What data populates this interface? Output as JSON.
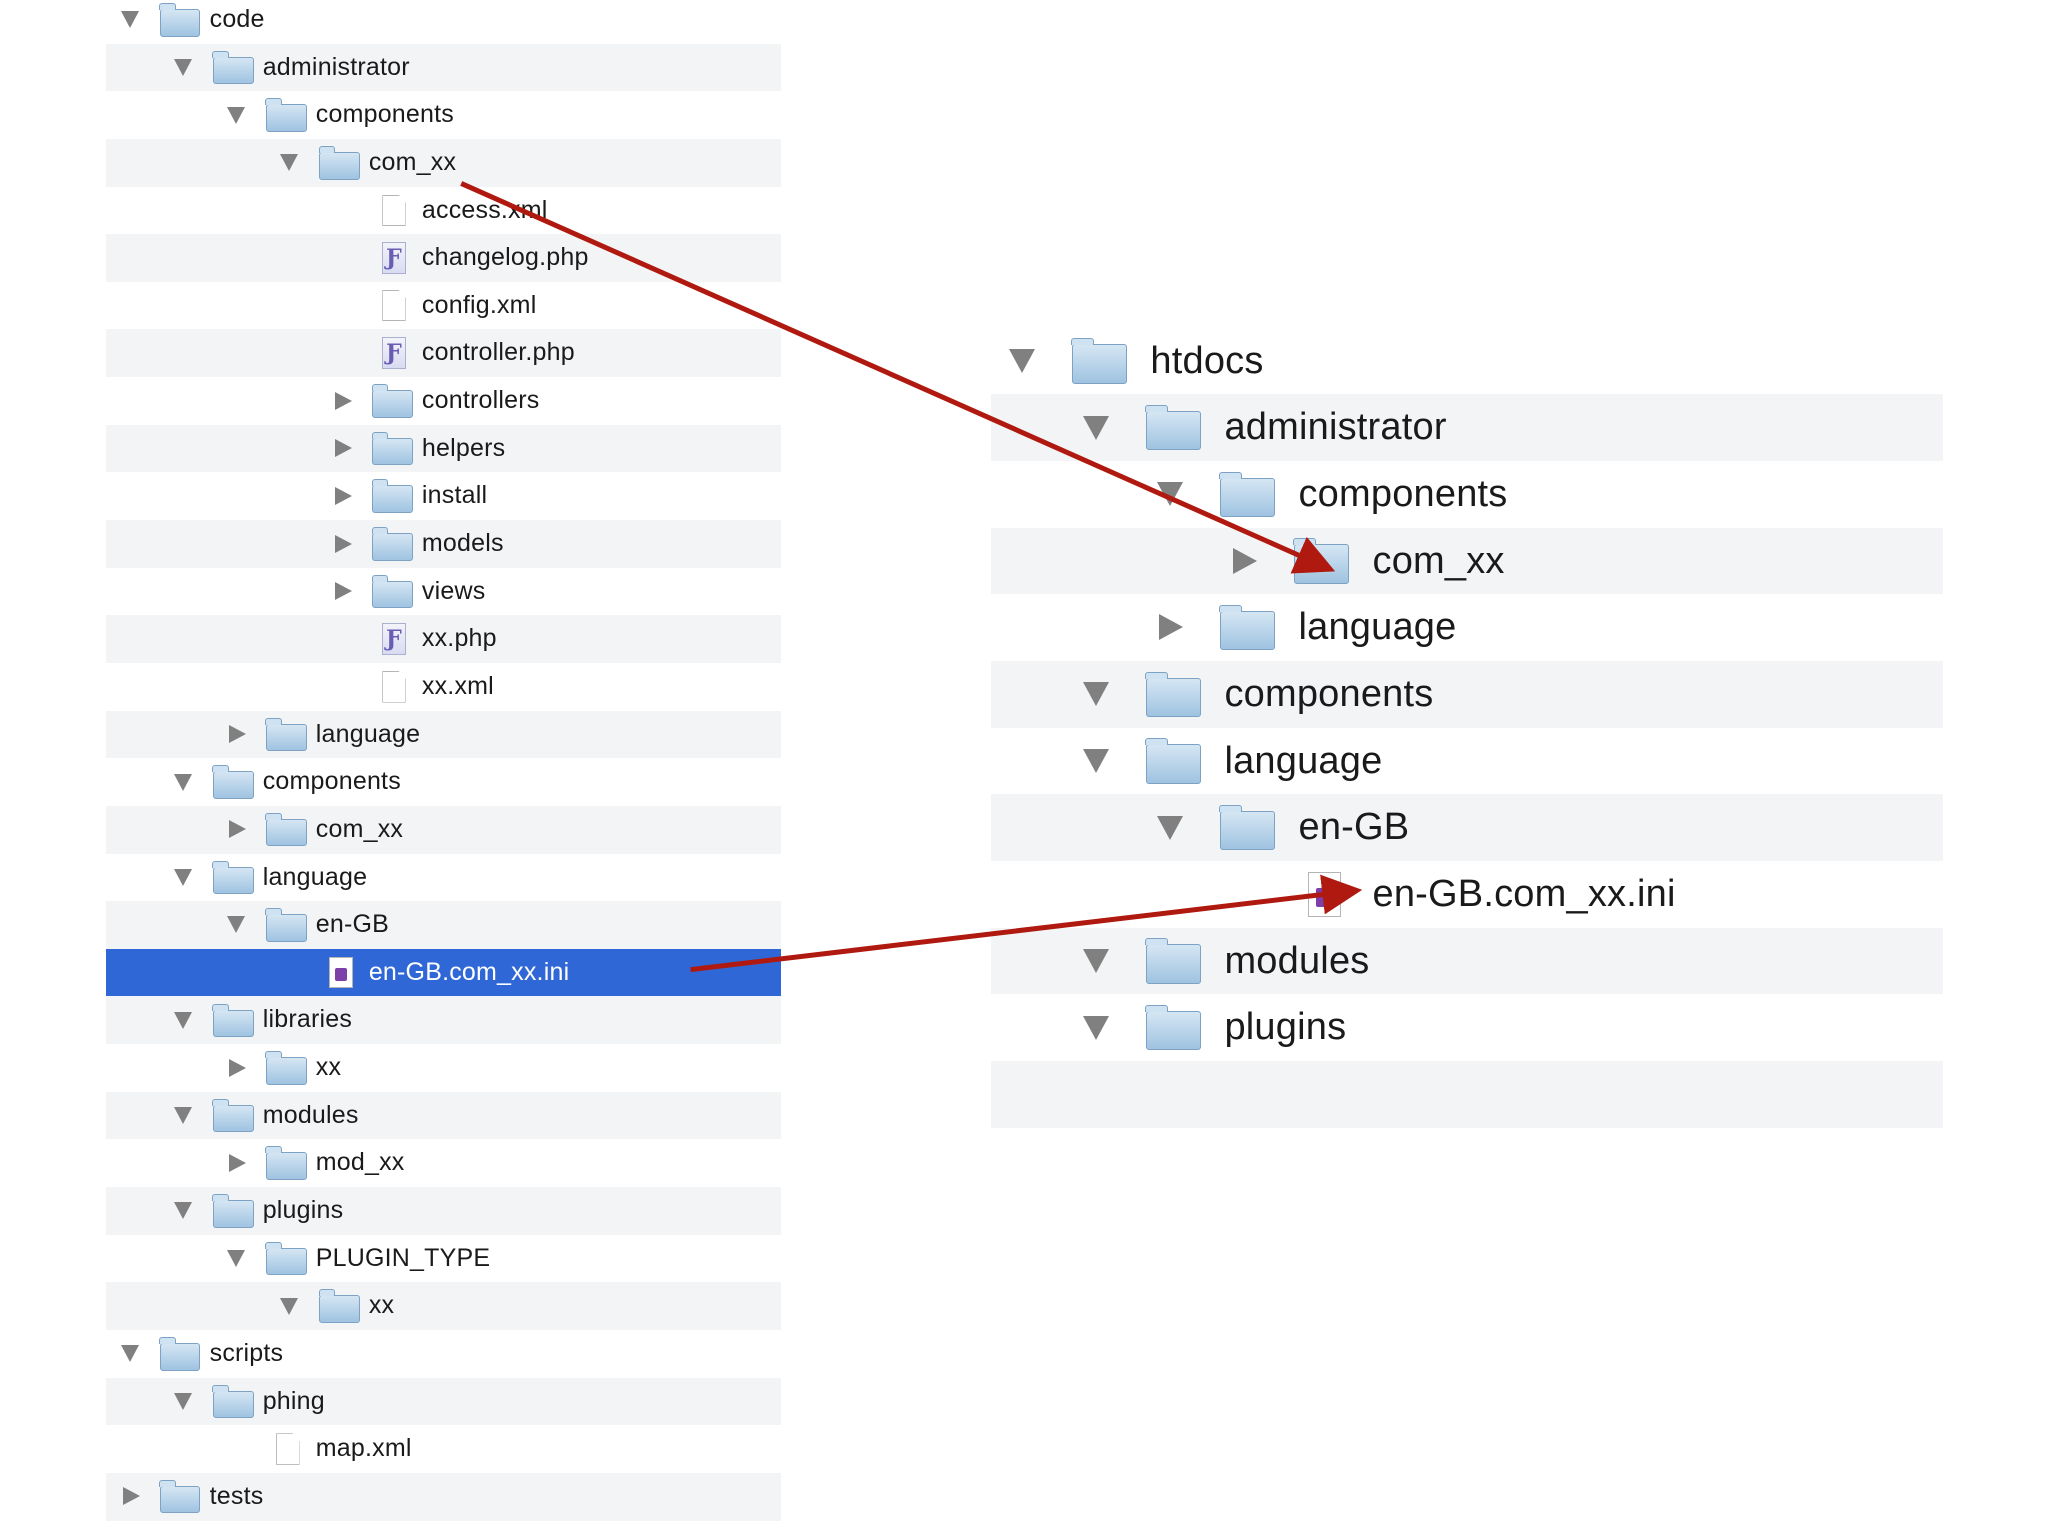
{
  "left_tree": [
    {
      "label": "code",
      "type": "folder",
      "depth": 0,
      "disclosure": "open"
    },
    {
      "label": "administrator",
      "type": "folder",
      "depth": 1,
      "disclosure": "open"
    },
    {
      "label": "components",
      "type": "folder",
      "depth": 2,
      "disclosure": "open"
    },
    {
      "label": "com_xx",
      "type": "folder",
      "depth": 3,
      "disclosure": "open"
    },
    {
      "label": "access.xml",
      "type": "file",
      "depth": 4,
      "disclosure": "none"
    },
    {
      "label": "changelog.php",
      "type": "php",
      "depth": 4,
      "disclosure": "none"
    },
    {
      "label": "config.xml",
      "type": "file",
      "depth": 4,
      "disclosure": "none"
    },
    {
      "label": "controller.php",
      "type": "php",
      "depth": 4,
      "disclosure": "none"
    },
    {
      "label": "controllers",
      "type": "folder",
      "depth": 4,
      "disclosure": "closed"
    },
    {
      "label": "helpers",
      "type": "folder",
      "depth": 4,
      "disclosure": "closed"
    },
    {
      "label": "install",
      "type": "folder",
      "depth": 4,
      "disclosure": "closed"
    },
    {
      "label": "models",
      "type": "folder",
      "depth": 4,
      "disclosure": "closed"
    },
    {
      "label": "views",
      "type": "folder",
      "depth": 4,
      "disclosure": "closed"
    },
    {
      "label": "xx.php",
      "type": "php",
      "depth": 4,
      "disclosure": "none"
    },
    {
      "label": "xx.xml",
      "type": "file",
      "depth": 4,
      "disclosure": "none"
    },
    {
      "label": "language",
      "type": "folder",
      "depth": 2,
      "disclosure": "closed"
    },
    {
      "label": "components",
      "type": "folder",
      "depth": 1,
      "disclosure": "open"
    },
    {
      "label": "com_xx",
      "type": "folder",
      "depth": 2,
      "disclosure": "closed"
    },
    {
      "label": "language",
      "type": "folder",
      "depth": 1,
      "disclosure": "open"
    },
    {
      "label": "en-GB",
      "type": "folder",
      "depth": 2,
      "disclosure": "open"
    },
    {
      "label": "en-GB.com_xx.ini",
      "type": "ini",
      "depth": 3,
      "disclosure": "none",
      "selected": true
    },
    {
      "label": "libraries",
      "type": "folder",
      "depth": 1,
      "disclosure": "open"
    },
    {
      "label": "xx",
      "type": "folder",
      "depth": 2,
      "disclosure": "closed"
    },
    {
      "label": "modules",
      "type": "folder",
      "depth": 1,
      "disclosure": "open"
    },
    {
      "label": "mod_xx",
      "type": "folder",
      "depth": 2,
      "disclosure": "closed"
    },
    {
      "label": "plugins",
      "type": "folder",
      "depth": 1,
      "disclosure": "open"
    },
    {
      "label": "PLUGIN_TYPE",
      "type": "folder",
      "depth": 2,
      "disclosure": "open"
    },
    {
      "label": "xx",
      "type": "folder",
      "depth": 3,
      "disclosure": "open"
    },
    {
      "label": "scripts",
      "type": "folder",
      "depth": 0,
      "disclosure": "open"
    },
    {
      "label": "phing",
      "type": "folder",
      "depth": 1,
      "disclosure": "open"
    },
    {
      "label": "map.xml",
      "type": "file",
      "depth": 2,
      "disclosure": "none"
    },
    {
      "label": "tests",
      "type": "folder",
      "depth": 0,
      "disclosure": "closed"
    }
  ],
  "right_tree": [
    {
      "label": "htdocs",
      "type": "folder",
      "depth": 0,
      "disclosure": "open"
    },
    {
      "label": "administrator",
      "type": "folder",
      "depth": 1,
      "disclosure": "open"
    },
    {
      "label": "components",
      "type": "folder",
      "depth": 2,
      "disclosure": "open"
    },
    {
      "label": "com_xx",
      "type": "folder",
      "depth": 3,
      "disclosure": "closed"
    },
    {
      "label": "language",
      "type": "folder",
      "depth": 2,
      "disclosure": "closed"
    },
    {
      "label": "components",
      "type": "folder",
      "depth": 1,
      "disclosure": "open"
    },
    {
      "label": "language",
      "type": "folder",
      "depth": 1,
      "disclosure": "open"
    },
    {
      "label": "en-GB",
      "type": "folder",
      "depth": 2,
      "disclosure": "open"
    },
    {
      "label": "en-GB.com_xx.ini",
      "type": "ini",
      "depth": 3,
      "disclosure": "none"
    },
    {
      "label": "modules",
      "type": "folder",
      "depth": 1,
      "disclosure": "open"
    },
    {
      "label": "plugins",
      "type": "folder",
      "depth": 1,
      "disclosure": "open"
    },
    {
      "label": "",
      "type": "empty",
      "depth": 0,
      "disclosure": "none"
    }
  ],
  "mapping_arrows": [
    {
      "from": "code/administrator/components/com_xx",
      "to": "htdocs/administrator/components/com_xx"
    },
    {
      "from": "code/language/en-GB/en-GB.com_xx.ini",
      "to": "htdocs/language/en-GB/en-GB.com_xx.ini"
    }
  ],
  "colors": {
    "arrow": "#b0190f",
    "selection": "#2f68d6",
    "row_alt": "#f2f4f6"
  }
}
